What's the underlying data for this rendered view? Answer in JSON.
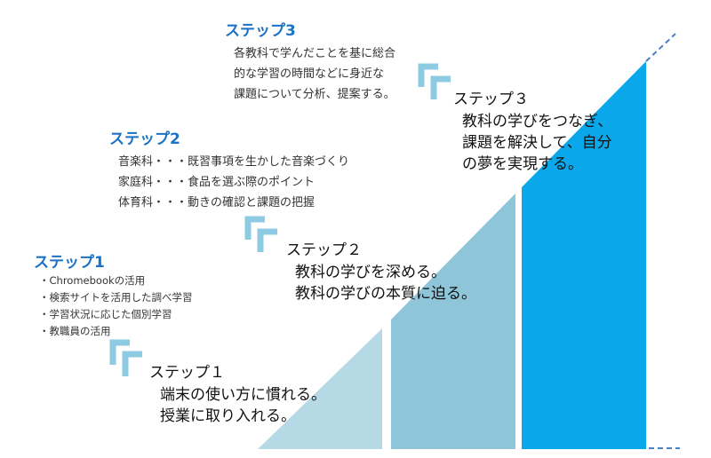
{
  "colors": {
    "heading": "#1a73c4",
    "stage1": "#b6d9e6",
    "stage2": "#8ec5d9",
    "stage3": "#0aa8ea",
    "bracket": "#8ccbe2",
    "dash": "#4a7ec7"
  },
  "step1": {
    "heading": "ステップ1",
    "items": [
      "・Chromebookの活用",
      "・検索サイトを活用した調べ学習",
      "・学習状況に応じた個別学習",
      "・教職員の活用"
    ],
    "stage_label": "ステップ１",
    "stage_lines": [
      "端末の使い方に慣れる。",
      "授業に取り入れる。"
    ]
  },
  "step2": {
    "heading": "ステップ2",
    "items": [
      "音楽科・・・既習事項を生かした音楽づくり",
      "家庭科・・・食品を選ぶ際のポイント",
      "体育科・・・動きの確認と課題の把握"
    ],
    "stage_label": "ステップ２",
    "stage_lines": [
      "教科の学びを深める。",
      "教科の学びの本質に迫る。"
    ]
  },
  "step3": {
    "heading": "ステップ3",
    "items": [
      "各教科で学んだことを基に総合",
      "的な学習の時間などに身近な",
      "課題について分析、提案する。"
    ],
    "stage_label": "ステップ３",
    "stage_lines": [
      "教科の学びをつなぎ、",
      "課題を解決して、自分",
      "の夢を実現する。"
    ]
  }
}
